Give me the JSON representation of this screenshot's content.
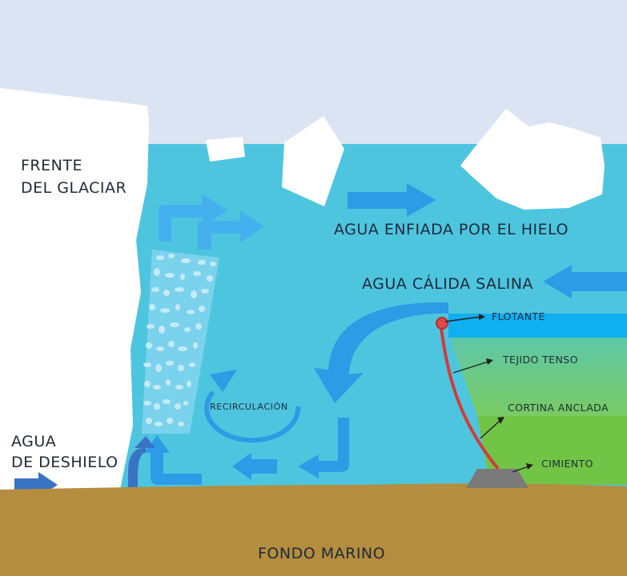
{
  "labels": {
    "glacier_front": [
      "FRENTE",
      "DEL GLACIAR"
    ],
    "cold_water": "AGUA ENFIADA POR EL HIELO",
    "warm_water": "AGUA CÁLIDA SALINA",
    "meltwater": [
      "AGUA",
      "DE DESHIELO"
    ],
    "recirculation": "RECIRCULACIÓN",
    "seafloor": "FONDO MARINO",
    "float": "FLOTANTE",
    "tense_fabric": "TEJIDO TENSO",
    "anchored_curtain": "CORTINA ANCLADA",
    "foundation": "CIMIENTO"
  },
  "colors": {
    "sky": "#dbe4f2",
    "ocean": "#4ec5df",
    "arrow": "#2d9be6",
    "arrow_light": "#45b0ee",
    "seafloor": "#b48d3e",
    "glacier": "#ffffff",
    "cold_layer": "#0fb0ee",
    "mid_layer": "#6ecb7f",
    "deep_layer": "#71c346",
    "curtain": "#e04848",
    "foundation": "#7a7a7a",
    "meltwater_arrow": "#3b73c4"
  }
}
